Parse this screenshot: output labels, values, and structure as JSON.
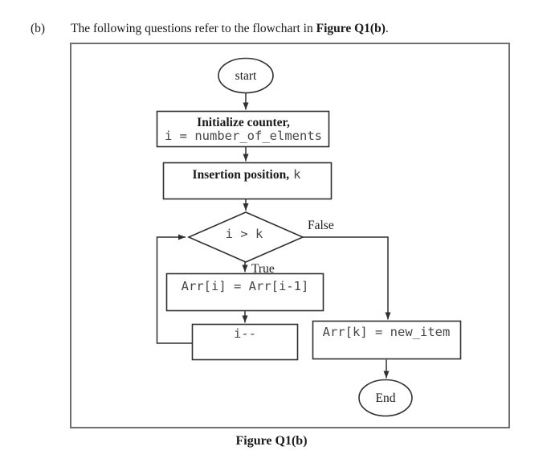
{
  "header": {
    "item_label": "(b)",
    "text_before": "The following questions refer to the flowchart in ",
    "figure_ref": "Figure Q1(b)",
    "text_after": "."
  },
  "caption": "Figure Q1(b)",
  "flowchart": {
    "nodes": {
      "start": {
        "type": "terminator",
        "label": "start"
      },
      "init": {
        "type": "process",
        "line1": "Initialize counter,",
        "line2": "i = number_of_elments"
      },
      "insertion": {
        "type": "process",
        "label_text": "Insertion position,",
        "label_var": "k"
      },
      "decision": {
        "type": "decision",
        "label": "i > k"
      },
      "shift": {
        "type": "process",
        "label": "Arr[i] = Arr[i-1]"
      },
      "decrement": {
        "type": "process",
        "label": "i--"
      },
      "insert": {
        "type": "process",
        "label": "Arr[k] = new_item"
      },
      "end": {
        "type": "terminator",
        "label": "End"
      }
    },
    "edges": {
      "true_label": "True",
      "false_label": "False"
    },
    "colors": {
      "background": "#ffffff",
      "line": "#2f2f2f",
      "border": "#6f6f6f",
      "mono_text": "#45454b",
      "serif_text": "#1a1a1a"
    }
  }
}
